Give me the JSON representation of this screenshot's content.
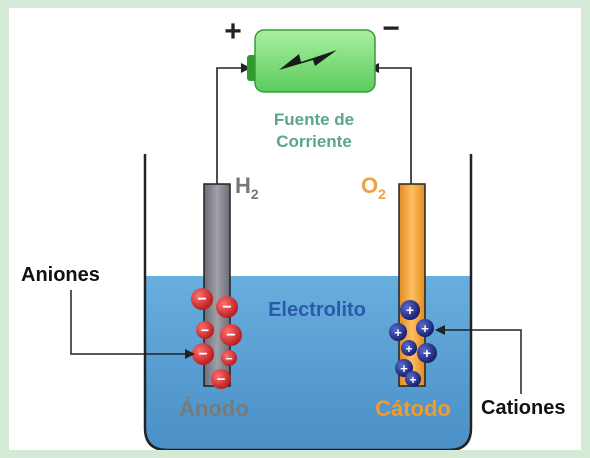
{
  "power_source": {
    "label_line1": "Fuente de",
    "label_line2": "Corriente",
    "positive_sign": "+",
    "negative_sign": "−"
  },
  "gases": {
    "left_base": "H",
    "left_sub": "2",
    "right_base": "O",
    "right_sub": "2"
  },
  "electrolyte_label": "Electrolito",
  "electrodes": {
    "left_label": "Ánodo",
    "right_label": "Cátodo"
  },
  "ions": {
    "anions_label": "Aniones",
    "cations_label": "Cationes",
    "anion_sign": "−",
    "cation_sign": "+"
  },
  "colors": {
    "page_background": "#d5ead6",
    "battery": "#78dc78",
    "battery_terminal": "#2e9b2e",
    "power_label": "#5aa58c",
    "electrolyte": "#5aa0d2",
    "electrolyte_label": "#2a5aaa",
    "anode": "#808080",
    "cathode": "#f0a040",
    "anion": "#d02020",
    "cation": "#1a2a88",
    "wire": "#222222"
  }
}
